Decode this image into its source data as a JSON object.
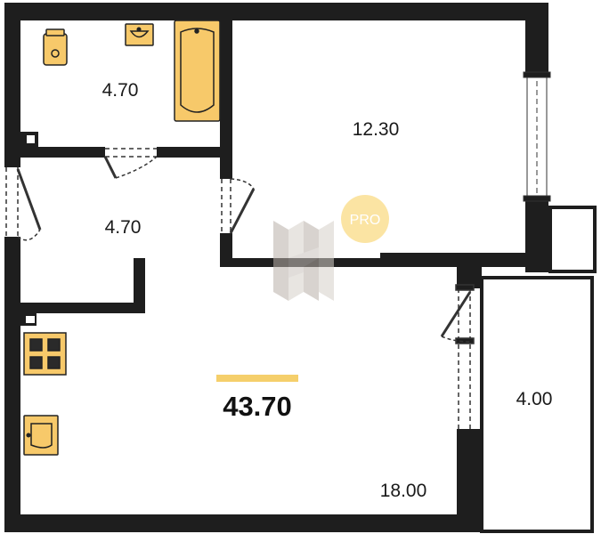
{
  "plan": {
    "total_area": "43.70",
    "rooms": [
      {
        "id": "bathroom",
        "area": "4.70"
      },
      {
        "id": "bedroom",
        "area": "12.30"
      },
      {
        "id": "hallway",
        "area": "4.70"
      },
      {
        "id": "living-kitchen",
        "area": "18.00"
      },
      {
        "id": "balcony",
        "area": "4.00"
      }
    ],
    "badge": "PRO"
  },
  "colors": {
    "wall": "#1e1e1e",
    "fixture_fill": "#f7c96a",
    "fixture_stroke": "#222222",
    "accent_bar": "#f5cf6b",
    "badge_circle": "#fbe4a3",
    "watermark": "#c9c2bc"
  },
  "icons": [
    "toilet-icon",
    "sink-icon",
    "bathtub-icon",
    "stove-icon",
    "kitchen-sink-icon",
    "watermark-logo"
  ]
}
